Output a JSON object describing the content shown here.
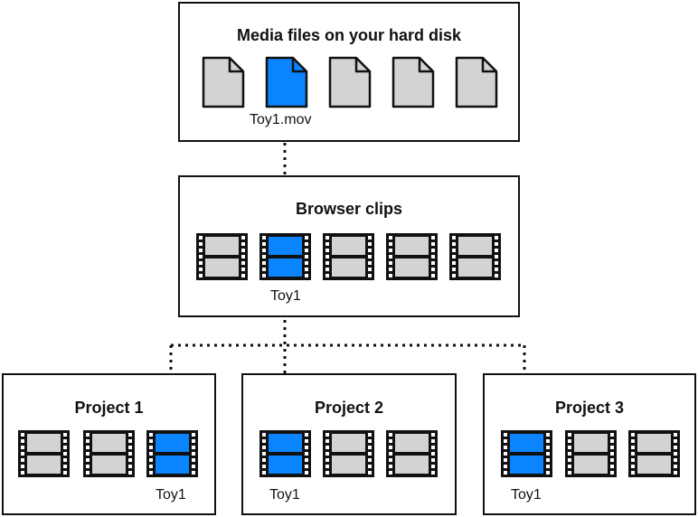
{
  "colors": {
    "highlight": "#0a84ff",
    "gray": "#d3d3d3",
    "ink": "#111111"
  },
  "media": {
    "title": "Media files on your hard disk",
    "file_label": "Toy1.mov",
    "icon": "document-icon",
    "files": [
      {
        "name": "file-1",
        "selected": false
      },
      {
        "name": "file-2",
        "selected": true
      },
      {
        "name": "file-3",
        "selected": false
      },
      {
        "name": "file-4",
        "selected": false
      },
      {
        "name": "file-5",
        "selected": false
      }
    ]
  },
  "browser": {
    "title": "Browser clips",
    "clip_label": "Toy1",
    "icon": "filmstrip-icon",
    "clips": [
      false,
      true,
      false,
      false,
      false
    ]
  },
  "projects": [
    {
      "title": "Project 1",
      "clip_label": "Toy1",
      "clips": [
        false,
        false,
        true
      ]
    },
    {
      "title": "Project 2",
      "clip_label": "Toy1",
      "clips": [
        true,
        false,
        false
      ]
    },
    {
      "title": "Project 3",
      "clip_label": "Toy1",
      "clips": [
        true,
        false,
        false
      ]
    }
  ]
}
